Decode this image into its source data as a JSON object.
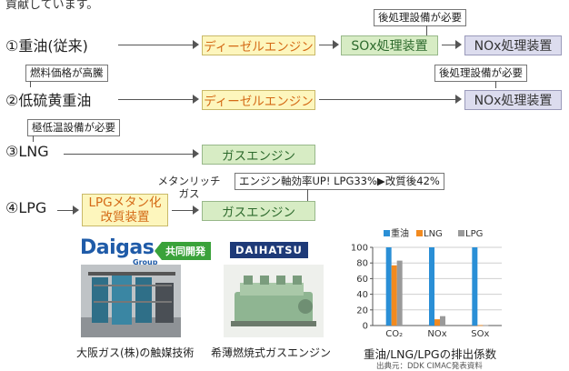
{
  "top_clip_text": "貢献しています。",
  "rows": [
    {
      "label": "①重油(従来)",
      "engine": "ディーゼルエンジン",
      "box2": "SOx処理装置",
      "box3": "NOx処理装置",
      "note": "後処理設備が必要"
    },
    {
      "label": "②低硫黄重油",
      "note_left": "燃料価格が高騰",
      "engine": "ディーゼルエンジン",
      "box3": "NOx処理装置",
      "note": "後処理設備が必要"
    },
    {
      "label": "③LNG",
      "note_left": "極低温設備が必要",
      "engine": "ガスエンジン"
    },
    {
      "label": "④LPG",
      "box1_line1": "LPGメタン化",
      "box1_line2": "改質装置",
      "gas_label_line1": "メタンリッチ",
      "gas_label_line2": "ガス",
      "engine": "ガスエンジン",
      "note": "エンジン軸効率UP!  LPG33%▶改質後42%"
    }
  ],
  "logos": {
    "daigas": "Daigas",
    "daigas_group": "Group",
    "coop": "共同開発",
    "daihatsu": "DAIHATSU"
  },
  "captions": {
    "left": "大阪ガス(株)の触媒技術",
    "middle": "希薄燃焼式ガスエンジン"
  },
  "chart_data": {
    "type": "bar",
    "title": "重油/LNG/LPGの排出係数",
    "source": "出典元：DDK CIMAC発表資料",
    "categories": [
      "CO₂",
      "NOx",
      "SOx"
    ],
    "series": [
      {
        "name": "重油",
        "values": [
          100,
          100,
          100
        ],
        "color": "#2a8fd6"
      },
      {
        "name": "LNG",
        "values": [
          77,
          8,
          0.5
        ],
        "color": "#f28a1f"
      },
      {
        "name": "LPG",
        "values": [
          83,
          12,
          0.5
        ],
        "color": "#9a9a9a"
      }
    ],
    "ylim": [
      0,
      100
    ],
    "yticks": [
      0,
      20,
      40,
      60,
      80,
      100
    ],
    "legend_position": "top"
  }
}
